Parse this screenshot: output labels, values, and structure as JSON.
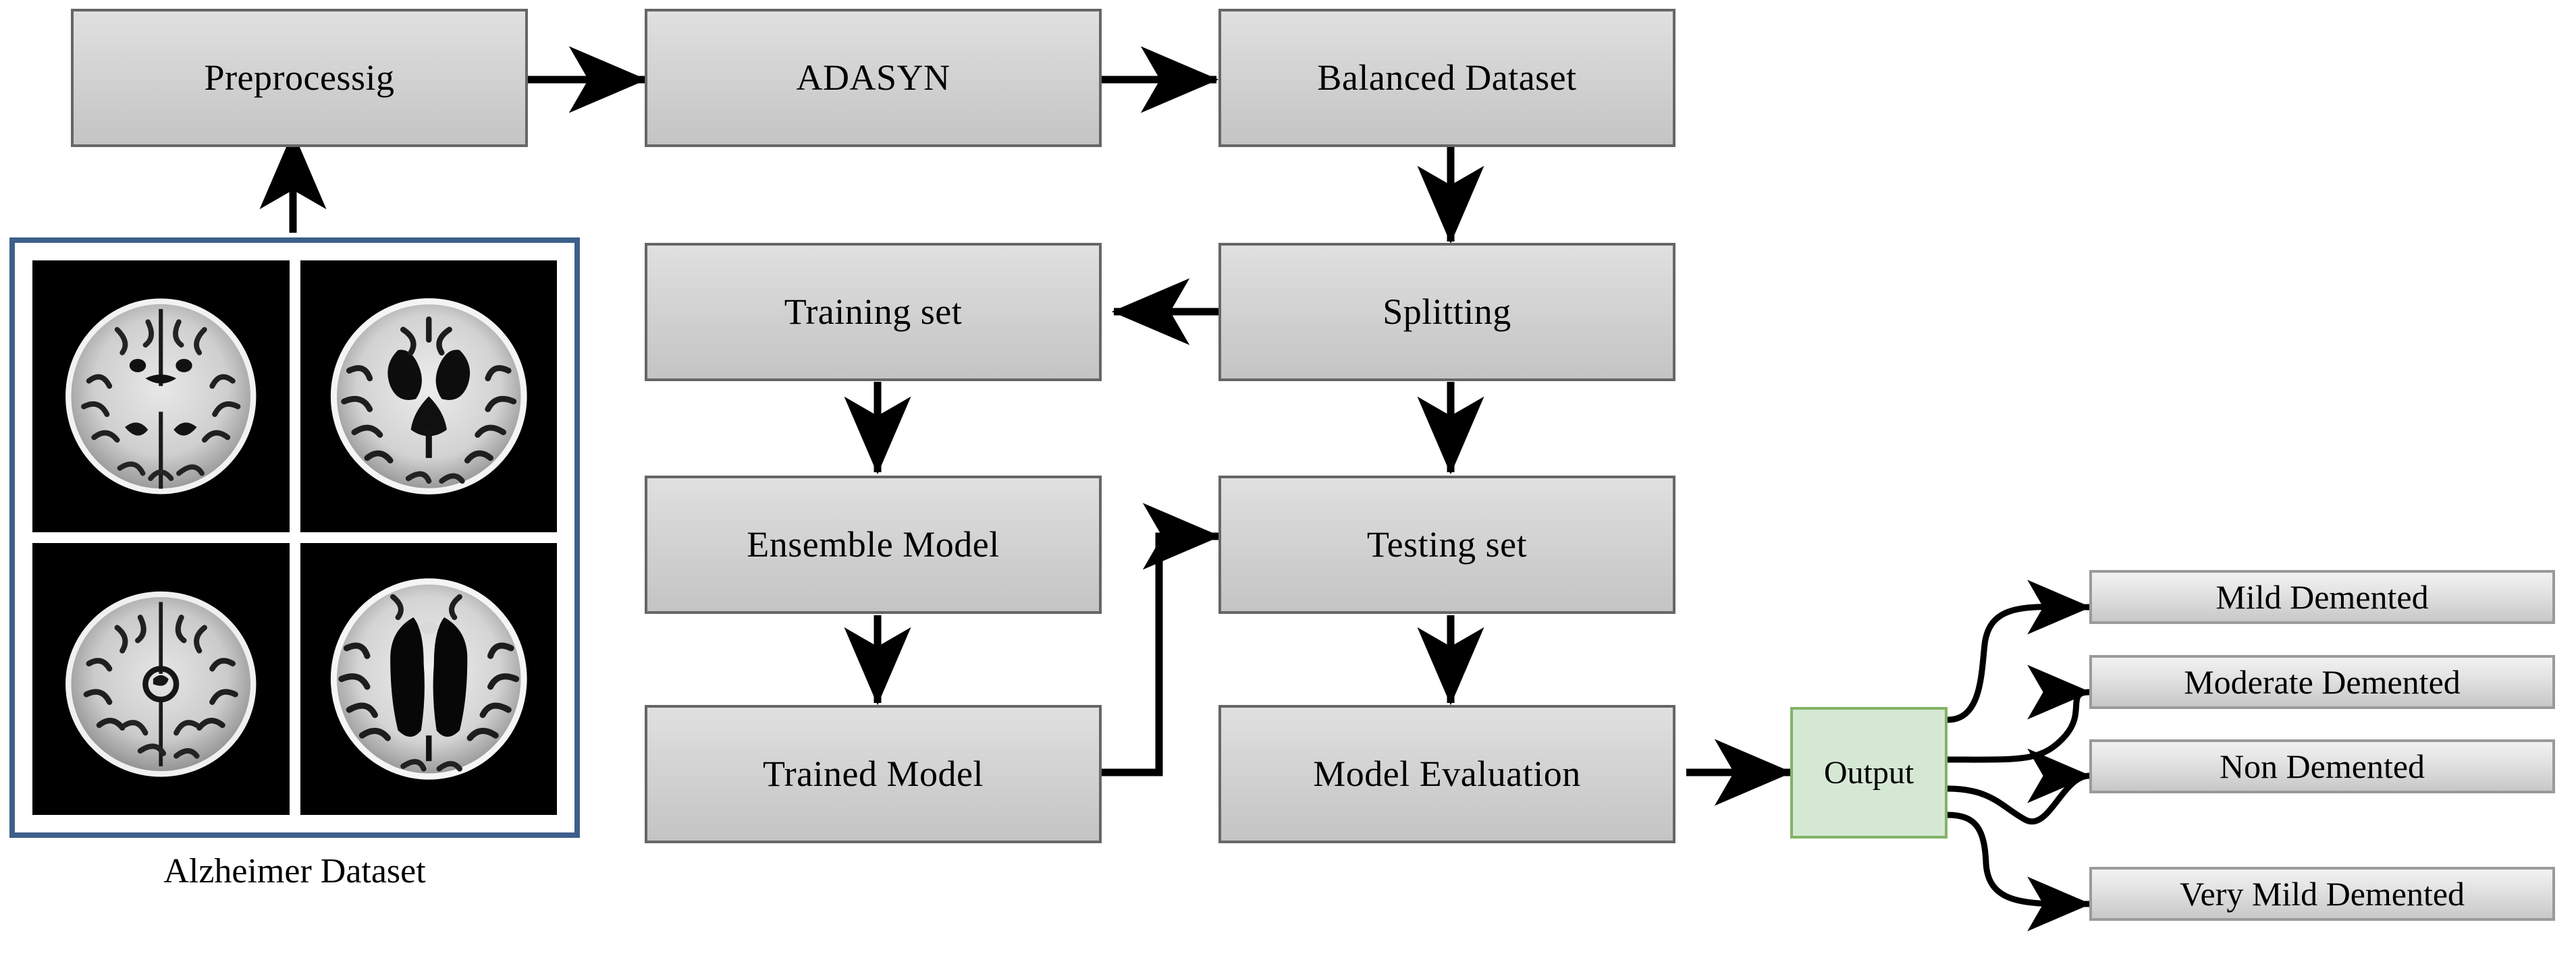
{
  "diagram": {
    "title": "Alzheimer classification pipeline flowchart",
    "colors": {
      "box_fill_top": "#e0e0e0",
      "box_fill_bottom": "#c4c4c4",
      "box_border": "#666666",
      "outcome_border": "#9a9a9a",
      "output_fill": "#d5e8d4",
      "output_border": "#82b366",
      "dataset_border": "#3d5f8a",
      "edge_color": "#000000",
      "background": "#ffffff"
    },
    "nodes": {
      "preprocessing": "Preprocessig",
      "adasyn": "ADASYN",
      "balanced_dataset": "Balanced Dataset",
      "training_set": "Training set",
      "splitting": "Splitting",
      "ensemble_model": "Ensemble Model",
      "testing_set": "Testing set",
      "trained_model": "Trained Model",
      "model_evaluation": "Model Evaluation",
      "output": "Output"
    },
    "dataset": {
      "label": "Alzheimer Dataset",
      "image_count": 4,
      "image_alt": "axial MRI brain scan"
    },
    "outcomes": [
      "Mild Demented",
      "Moderate Demented",
      "Non Demented",
      "Very Mild Demented"
    ],
    "edges": [
      "Preprocessig -> ADASYN",
      "ADASYN -> Balanced Dataset",
      "Alzheimer Dataset -> Preprocessig",
      "Balanced Dataset -> Splitting",
      "Splitting -> Training set",
      "Splitting -> Testing set",
      "Training set -> Ensemble Model",
      "Ensemble Model -> Trained Model",
      "Trained Model -> Testing set",
      "Testing set -> Model Evaluation",
      "Model Evaluation -> Output",
      "Output -> Mild Demented",
      "Output -> Moderate Demented",
      "Output -> Non Demented",
      "Output -> Very Mild Demented"
    ]
  }
}
